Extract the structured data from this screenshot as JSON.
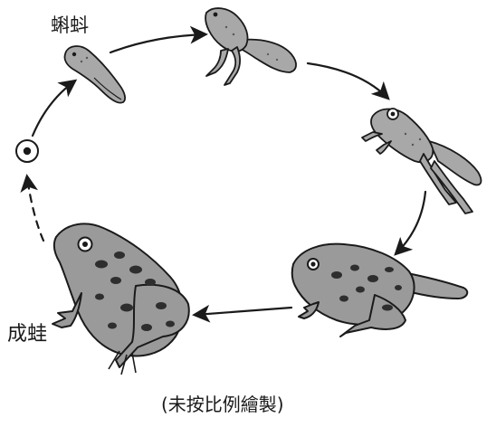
{
  "diagram": {
    "stages": {
      "egg": {
        "name": "egg-stage"
      },
      "tadpole": {
        "label": "蝌蚪"
      },
      "tadpole_legs": {
        "name": "tadpole-with-hind-legs"
      },
      "froglet": {
        "name": "froglet-with-tail"
      },
      "young_frog": {
        "name": "young-frog-short-tail"
      },
      "adult": {
        "label": "成蛙"
      }
    },
    "footnote": "(未按比例繪製)",
    "colors": {
      "skin": "#9a9a9a",
      "skin_light": "#b4b4b4",
      "spots": "#2e2e2e",
      "outline": "#1a1a1a",
      "arrow": "#1a1a1a"
    }
  }
}
